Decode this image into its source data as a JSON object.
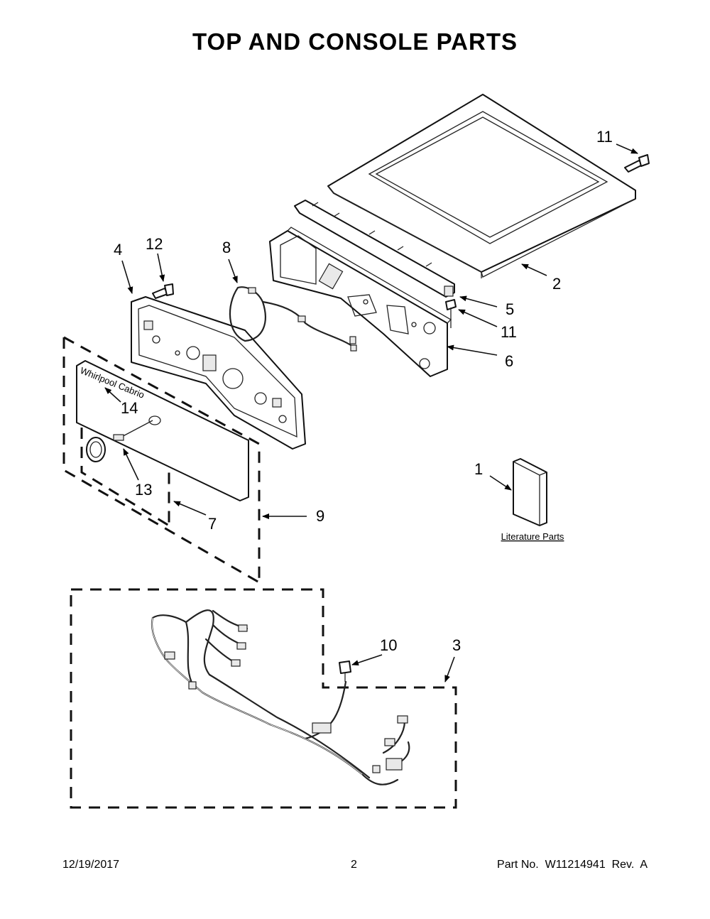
{
  "title": "TOP AND CONSOLE PARTS",
  "callouts": {
    "c1": "1",
    "c2": "2",
    "c3": "3",
    "c4": "4",
    "c5": "5",
    "c6": "6",
    "c7": "7",
    "c8": "8",
    "c9": "9",
    "c10": "10",
    "c11a": "11",
    "c11b": "11",
    "c12": "12",
    "c13": "13",
    "c14": "14"
  },
  "literature_label": "Literature Parts",
  "brand_mark": "Whirlpool Cabrio",
  "footer": {
    "date": "12/19/2017",
    "page": "2",
    "part_no": "Part No.  W11214941  Rev.  A"
  }
}
